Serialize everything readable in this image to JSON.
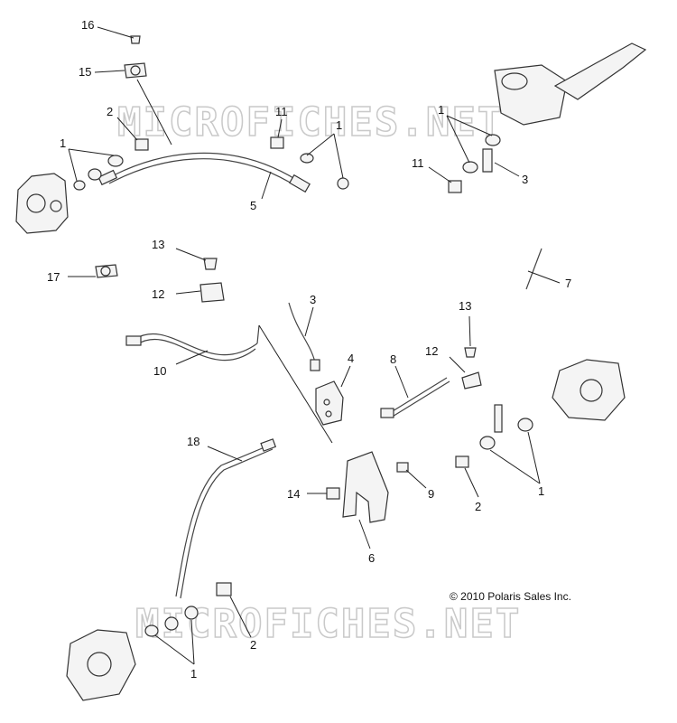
{
  "watermark": "MICROFICHES.NET",
  "copyright": "© 2010 Polaris Sales Inc.",
  "labels": [
    "16",
    "15",
    "2",
    "11",
    "1",
    "1",
    "5",
    "1",
    "11",
    "3",
    "13",
    "17",
    "12",
    "3",
    "10",
    "4",
    "12",
    "13",
    "8",
    "7",
    "18",
    "14",
    "9",
    "6",
    "2",
    "1",
    "2",
    "1"
  ]
}
